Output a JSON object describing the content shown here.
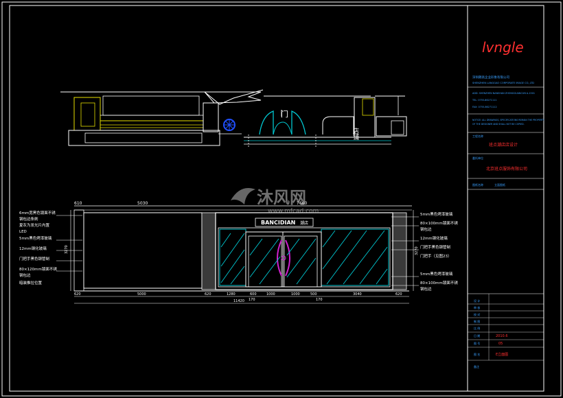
{
  "colors": {
    "background": "#000000",
    "frame": "#ffffff",
    "title_block_text": "#3aa0ff",
    "red_text": "#ff3030",
    "cyan": "#00c8d2",
    "yellow": "#e8e000",
    "magenta": "#d020d0",
    "green": "#40c040"
  },
  "plan": {
    "door_mark": "门",
    "side_room_mark": "店铺"
  },
  "watermark": {
    "brand_cn": "沐风网",
    "url": "www.mfcad.com"
  },
  "elevation": {
    "sign_text": "BANCIDIAN",
    "sign_suffix": "潮店",
    "top_dims": [
      "610",
      "5030",
      "7660"
    ],
    "bottom_dims": [
      "620",
      "5000",
      "620",
      "1280",
      "600",
      "1000",
      "1000",
      "500",
      "3040",
      "620"
    ],
    "sub_dims": [
      "170",
      "170"
    ],
    "total_dim": "11420",
    "left_side_dim": "3270",
    "right_side_dim": "3270",
    "left_notes": [
      "6mm宽黑色镜面不锈",
      "钢包边条刷",
      "夏灰为发光片内置",
      "LED",
      "5mm黑色烤漆玻璃",
      "12mm钢化玻璃",
      "门把手黑色钢管制",
      "80×120mm镜面不锈",
      "钢包边",
      "暗装推拉位置"
    ],
    "right_notes": [
      "5mm黑色烤漆玻璃",
      "80×100mm镜面不锈",
      "钢包边",
      "12mm钢化玻璃",
      "门把手黑色钢管制",
      "门把手（见图23）",
      "5mm黑色烤漆玻璃",
      "80×100mm镜面不锈",
      "钢包边"
    ]
  },
  "title_block": {
    "logo_text": "lvngle",
    "company_cn": "深圳朗高企业形象有限公司",
    "company_en_line": "SHENZHEN LANGGAO  CORPORATE IMAGE CO.,LTD",
    "info_lines": [
      "ADD: SHENZHEN NANSHAN ZHONGGUANCUN A-1501",
      "TEL: 0755-86271111",
      "FAX: 0755-86271112",
      "NOTICE: ALL DRAWINGS, SPECIFICATIONS REMAIN THE PROPERTY",
      "OF THE DESIGNER AND SHALL NOT BE COPIED."
    ],
    "project_label": "工程名称",
    "project_name": "班点潮店店设计",
    "client_label": "委托单位",
    "client_name": "北京班点服饰有限公司",
    "drawing_label": "图纸名称",
    "drawing_value": "立面图纸",
    "rows": [
      {
        "label": "设  计",
        "value": ""
      },
      {
        "label": "审  核",
        "value": ""
      },
      {
        "label": "校  对",
        "value": ""
      },
      {
        "label": "制  图",
        "value": ""
      },
      {
        "label": "比  例",
        "value": ""
      },
      {
        "label": "日  期",
        "value": "2010.6"
      },
      {
        "label": "图  号",
        "value": "05"
      },
      {
        "label": "图  名",
        "value": "E立面图"
      }
    ],
    "remark_label": "备注"
  }
}
